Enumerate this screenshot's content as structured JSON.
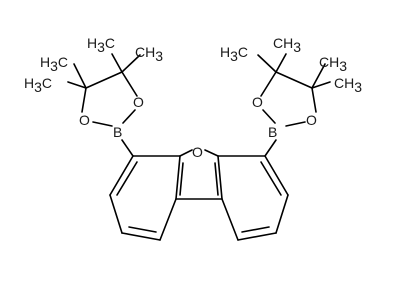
{
  "molecule": {
    "atoms": {
      "oxygen": "O",
      "boron": "B",
      "methyl_main": "CH",
      "methyl_h": "H",
      "methyl_c": "C",
      "sub3": "3"
    }
  },
  "colors": {
    "bond": "#000000",
    "label": "#1a1a1a",
    "background": "#ffffff"
  }
}
